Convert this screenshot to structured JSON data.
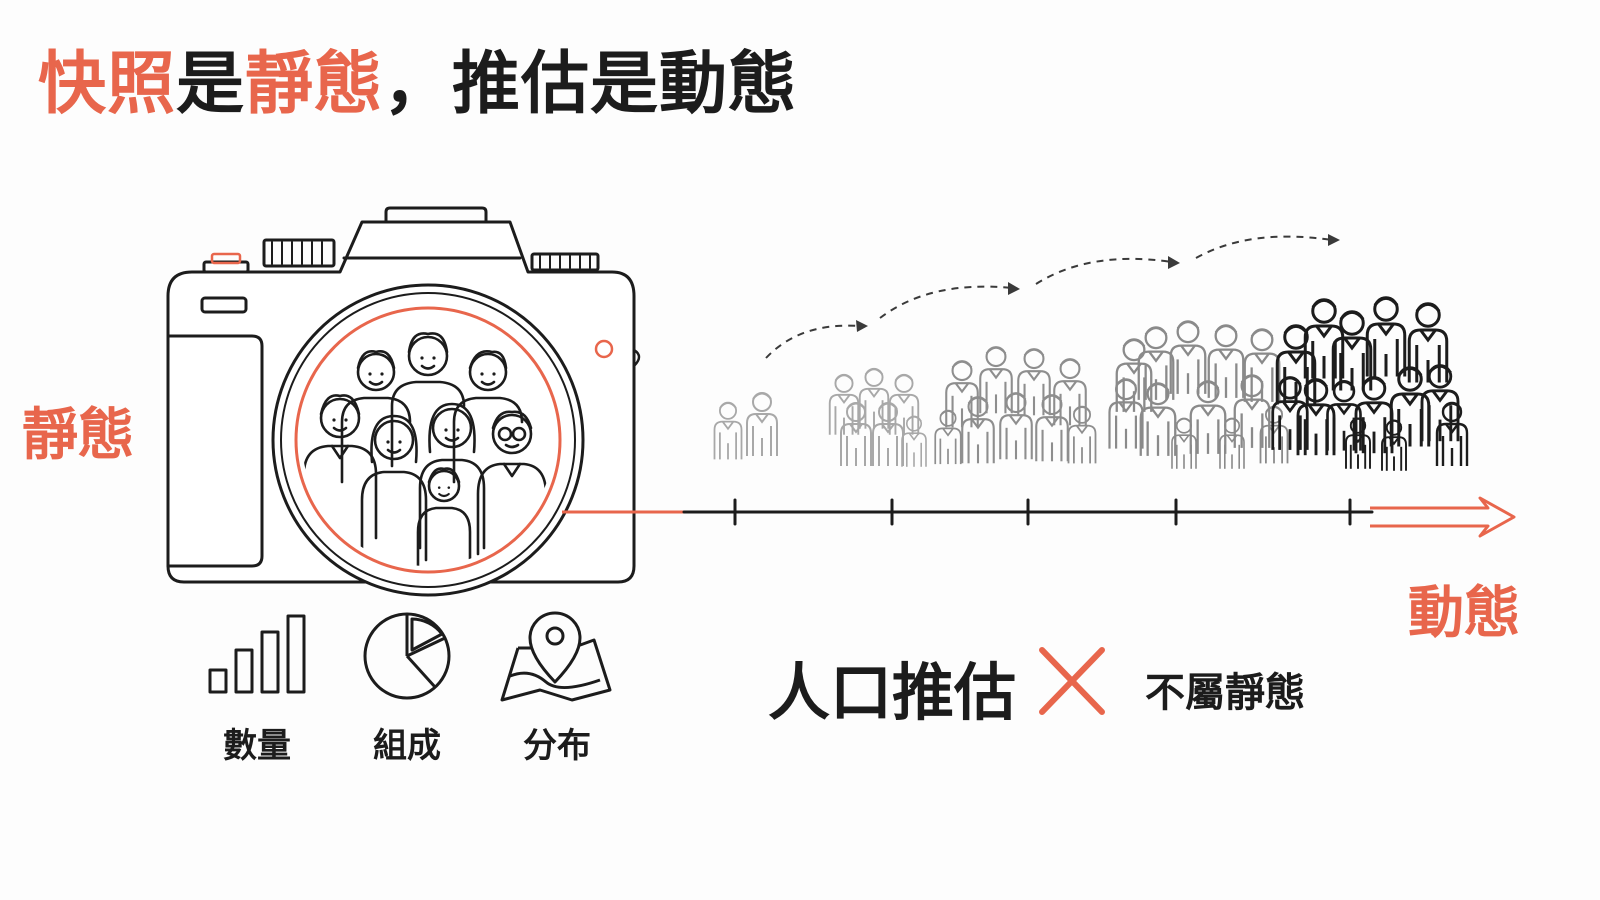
{
  "title": {
    "part1": "快照",
    "part2": "是",
    "part3": "靜態",
    "part4": "，推估是動態"
  },
  "left_label": "靜態",
  "right_label": "動態",
  "metrics": [
    {
      "label": "數量",
      "icon": "bar-chart-icon"
    },
    {
      "label": "組成",
      "icon": "pie-chart-icon"
    },
    {
      "label": "分布",
      "icon": "map-pin-icon"
    }
  ],
  "statement": {
    "subject": "人口推估",
    "cross_icon": "x-mark-icon",
    "predicate": "不屬靜態"
  },
  "colors": {
    "accent": "#e8664c",
    "ink": "#1c1c1c",
    "gray": "#9a9a9a"
  },
  "timeline": {
    "group_sizes": [
      2,
      6,
      9,
      12,
      14
    ]
  }
}
